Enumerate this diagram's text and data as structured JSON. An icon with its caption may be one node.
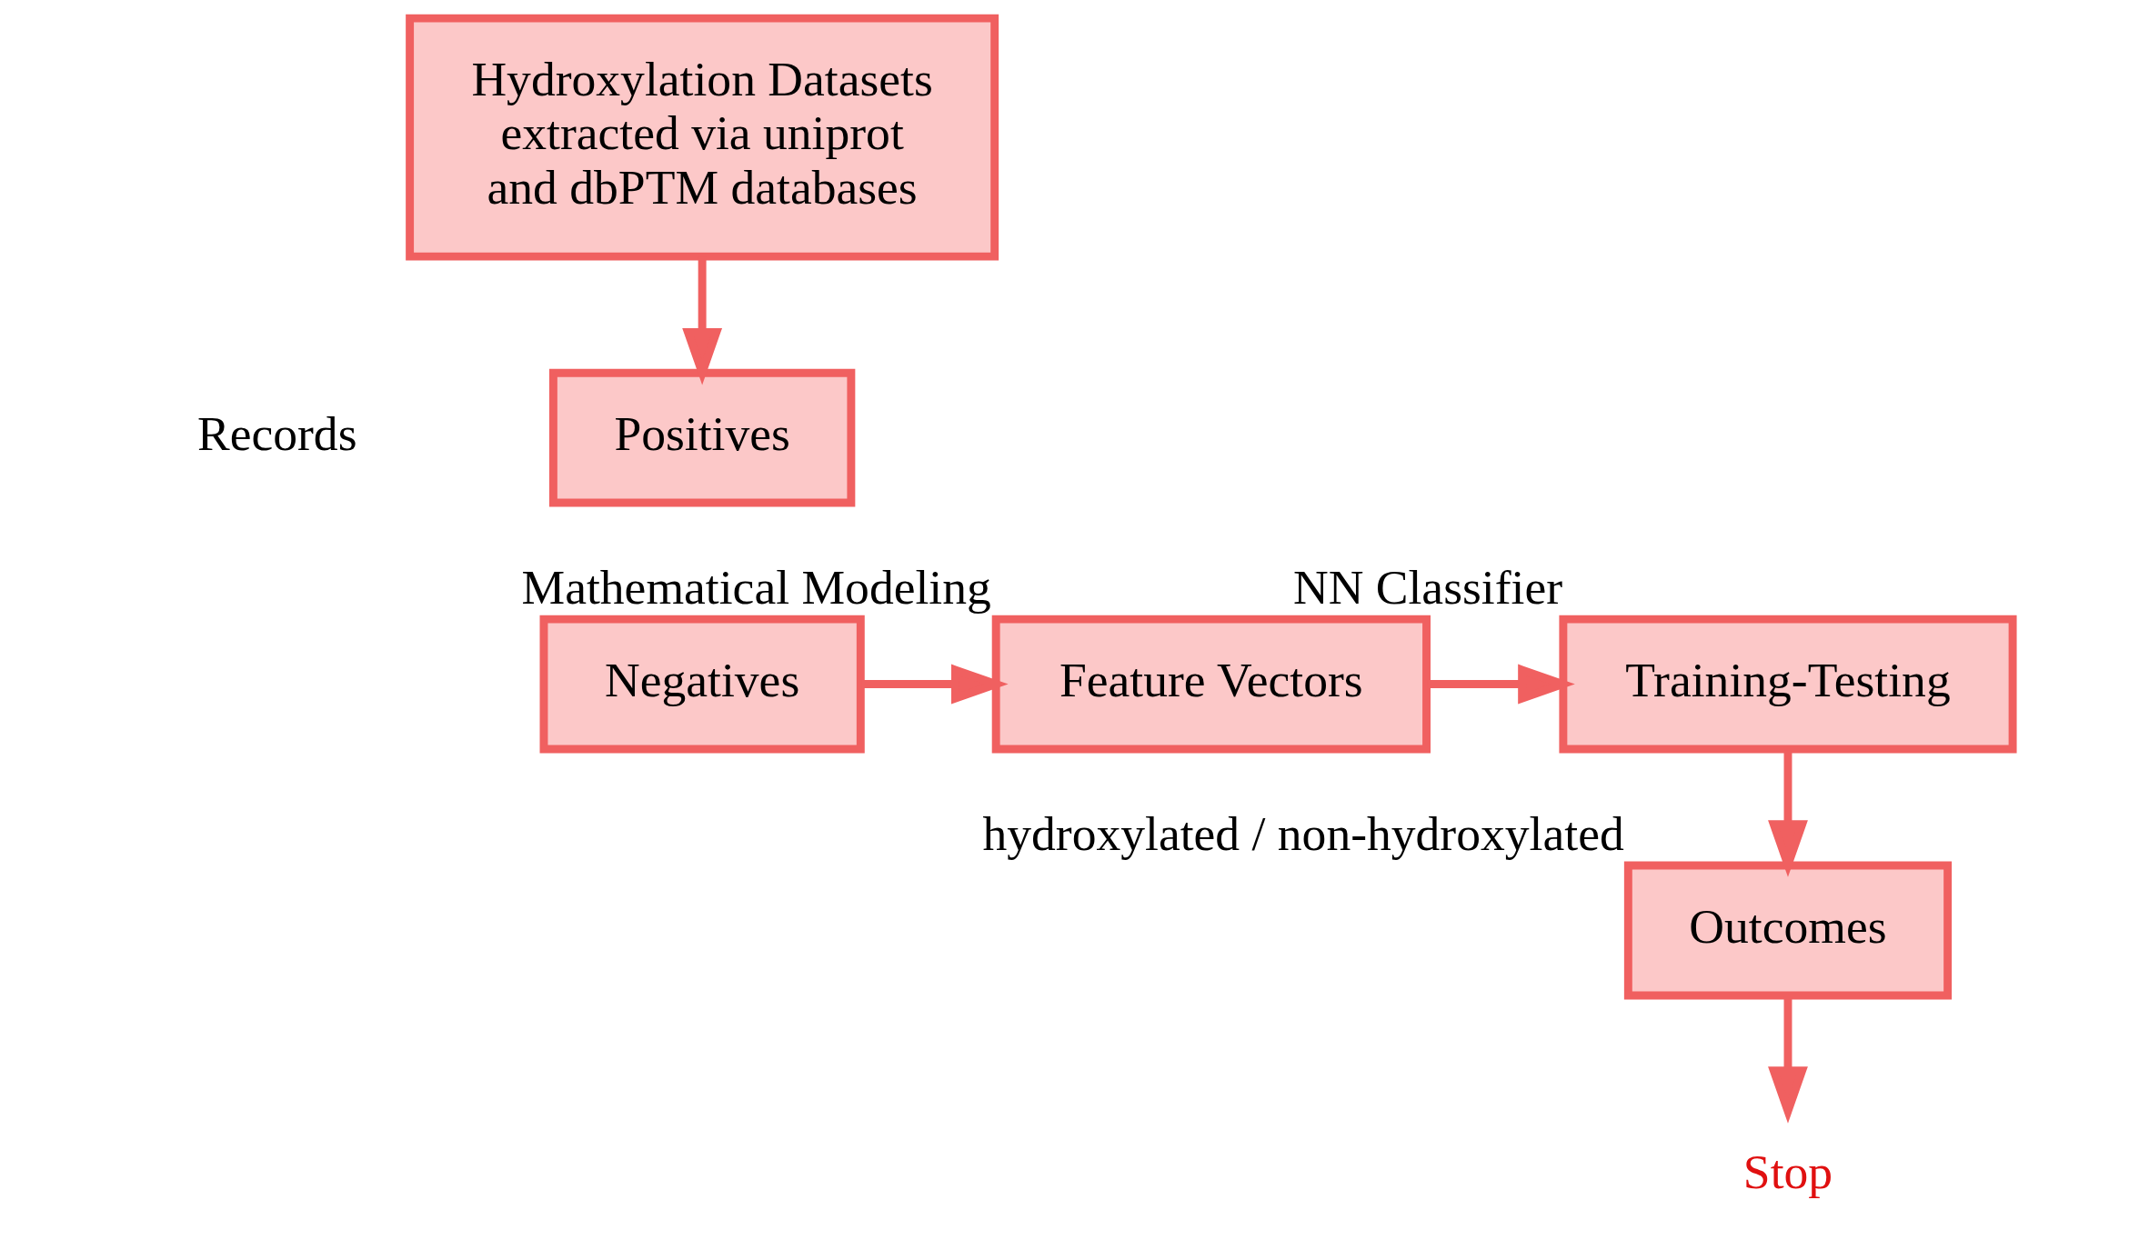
{
  "diagram": {
    "nodes": [
      {
        "text": [
          "Hydroxylation Datasets extracted via uniprot and dbPTM databases"
        ]
      },
      {
        "text": [
          "Positives"
        ]
      },
      {
        "text": [
          "Negatives"
        ]
      },
      {
        "text": [
          "Feature Vectors"
        ],
        "beside": [
          "Mathematical Modeling"
        ]
      },
      {
        "text": [
          "Training-Testing"
        ],
        "beside": [
          "NN Classifier"
        ]
      },
      {
        "text": [
          "Outcomes"
        ],
        "beside": [
          "hydroxylated / non-hydroxylated"
        ]
      },
      {
        "text": [
          "Stop"
        ]
      }
    ],
    "edges": [
      {
        "from": 0,
        "to": 1,
        "arrow": "to"
      },
      {
        "from": 2,
        "to": 3,
        "arrow": "to"
      },
      {
        "from": 3,
        "to": 4,
        "arrow": "to"
      },
      {
        "from": 4,
        "to": 5,
        "arrow": "to"
      },
      {
        "from": 5,
        "to": 6,
        "arrow": "to"
      }
    ],
    "labels": [
      "Records"
    ]
  }
}
